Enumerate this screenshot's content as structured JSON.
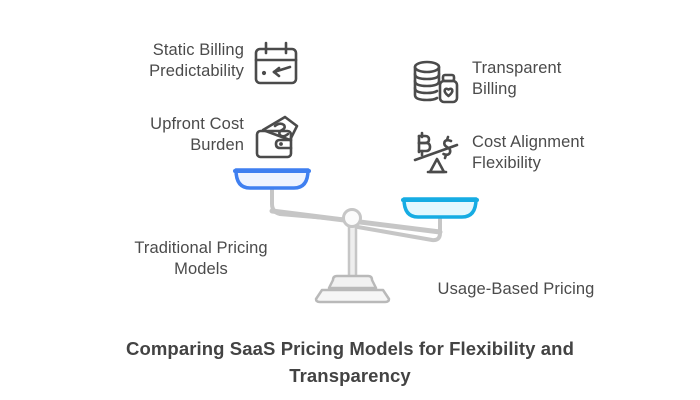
{
  "title": {
    "line1": "Comparing SaaS Pricing Models for Flexibility and",
    "line2": "Transparency"
  },
  "colors": {
    "text": "#4b4b4b",
    "title": "#434343",
    "left_pan_stroke": "#3f7ff0",
    "left_pan_fill": "#eef3ff",
    "right_pan_stroke": "#16ace3",
    "right_pan_fill": "#e4f8fe",
    "beam": "#c6c6c6",
    "base_fill": "#f1f1f1",
    "base_stroke": "#b9b9b9",
    "icon_stroke": "#4b4b4b",
    "background": "#ffffff"
  },
  "left_side": {
    "pan_label": {
      "line1": "Traditional Pricing",
      "line2": "Models"
    },
    "features": [
      {
        "line1": "Static Billing",
        "line2": "Predictability",
        "icon": "calendar-arrow-icon"
      },
      {
        "line1": "Upfront Cost",
        "line2": "Burden",
        "icon": "wallet-cash-icon"
      }
    ]
  },
  "right_side": {
    "pan_label": {
      "line1": "Usage-Based Pricing",
      "line2": ""
    },
    "features": [
      {
        "line1": "Transparent",
        "line2": "Billing",
        "icon": "coins-jar-icon"
      },
      {
        "line1": "Cost Alignment",
        "line2": "Flexibility",
        "icon": "seesaw-currency-icon"
      }
    ]
  },
  "scale": {
    "name": "balance-scale",
    "left_pan_state": "raised",
    "right_pan_state": "lowered"
  }
}
